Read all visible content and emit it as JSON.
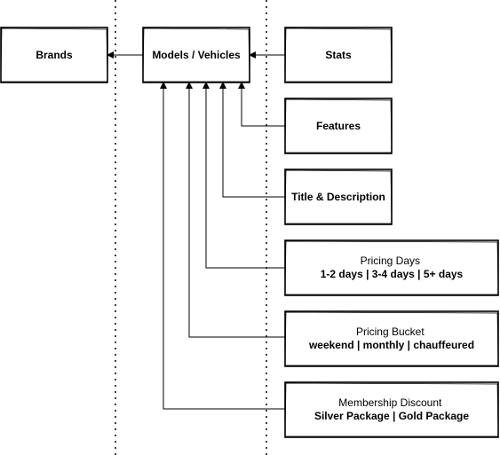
{
  "diagram": {
    "nodes": {
      "brands": {
        "lines": [
          "Brands"
        ]
      },
      "models": {
        "lines": [
          "Models / Vehicles"
        ]
      },
      "stats": {
        "lines": [
          "Stats"
        ]
      },
      "features": {
        "lines": [
          "Features"
        ]
      },
      "title_description": {
        "lines": [
          "Title & Description"
        ]
      },
      "pricing_days": {
        "lines": [
          "Pricing Days",
          "1-2 days | 3-4 days | 5+ days"
        ]
      },
      "pricing_bucket": {
        "lines": [
          "Pricing Bucket",
          "weekend | monthly | chauffeured"
        ]
      },
      "membership_discount": {
        "lines": [
          "Membership Discount",
          "Silver Package | Gold Package"
        ]
      }
    },
    "edges": [
      {
        "from": "models",
        "to": "brands"
      },
      {
        "from": "stats",
        "to": "models"
      },
      {
        "from": "features",
        "to": "models"
      },
      {
        "from": "title_description",
        "to": "models"
      },
      {
        "from": "pricing_days",
        "to": "models"
      },
      {
        "from": "pricing_bucket",
        "to": "models"
      },
      {
        "from": "membership_discount",
        "to": "models"
      }
    ],
    "colors": {
      "stroke": "#000000",
      "fill": "#ffffff",
      "text": "#000000"
    }
  }
}
